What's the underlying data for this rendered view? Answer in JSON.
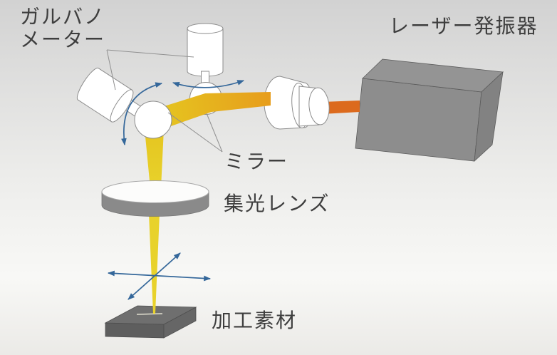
{
  "diagram": {
    "type": "laser-marking-system",
    "labels": {
      "galvanometer_line1": "ガルバノ",
      "galvanometer_line2": "メーター",
      "laser_oscillator": "レーザー発振器",
      "mirror": "ミラー",
      "condenser_lens": "集光レンズ",
      "workpiece": "加工素材"
    },
    "colors": {
      "beam_orange": "#dc6a1d",
      "beam_amber": "#e79d1c",
      "beam_yellow": "#e5c520",
      "beam_yellow_light": "#e8d22b",
      "arrow_blue": "#34679a",
      "box_top": "#949494",
      "box_front": "#8d8d8d",
      "box_side": "#828282",
      "box_outline": "#5c5c5c",
      "slab_top": "#6f6f6f",
      "slab_front": "#5e5e5e",
      "slab_side": "#666666",
      "slab_outline": "#4e4e4e",
      "lens_rim": "#8a8a8a",
      "component_white": "#ffffff",
      "outline_gray": "#8c8c8c",
      "leader_gray": "#909090",
      "label_text": "#3e3e3e"
    }
  }
}
